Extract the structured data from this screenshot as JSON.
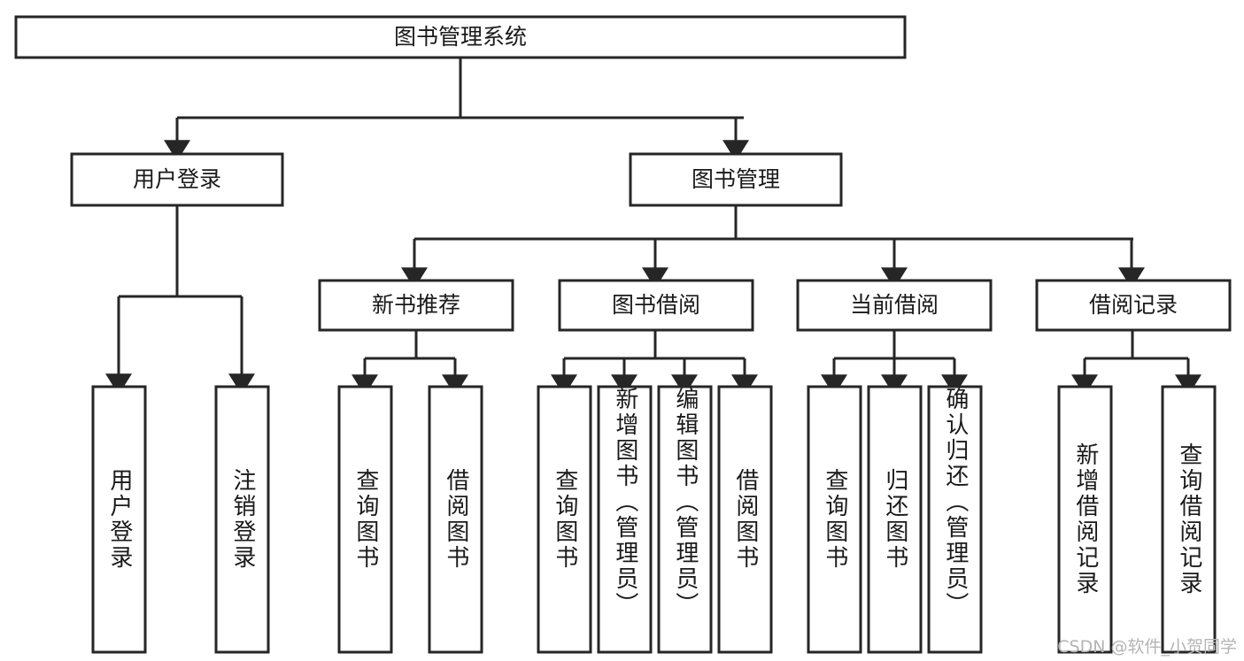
{
  "diagram": {
    "title": "图书管理系统",
    "type": "tree-hierarchy-diagram",
    "colors": {
      "stroke": "#262626",
      "fill": "#ffffff",
      "text": "#1a1a1a",
      "watermark": "#b4b4b4"
    },
    "root": {
      "label": "图书管理系统"
    },
    "level2": [
      {
        "label": "用户登录"
      },
      {
        "label": "图书管理"
      }
    ],
    "level3": [
      {
        "label": "新书推荐"
      },
      {
        "label": "图书借阅"
      },
      {
        "label": "当前借阅"
      },
      {
        "label": "借阅记录"
      }
    ],
    "leaves": {
      "user_login": [
        {
          "label": "用户登录"
        },
        {
          "label": "注销登录"
        }
      ],
      "new_book_recommend": [
        {
          "label": "查询图书"
        },
        {
          "label": "借阅图书"
        }
      ],
      "book_borrow": [
        {
          "label": "查询图书"
        },
        {
          "label": "新增图书（管理员）"
        },
        {
          "label": "编辑图书（管理员）"
        },
        {
          "label": "借阅图书"
        }
      ],
      "current_borrow": [
        {
          "label": "查询图书"
        },
        {
          "label": "归还图书"
        },
        {
          "label": "确认归还（管理员）"
        }
      ],
      "borrow_records": [
        {
          "label": "新增借阅记录"
        },
        {
          "label": "查询借阅记录"
        }
      ]
    },
    "watermark": "CSDN @软件_小贺同学"
  }
}
